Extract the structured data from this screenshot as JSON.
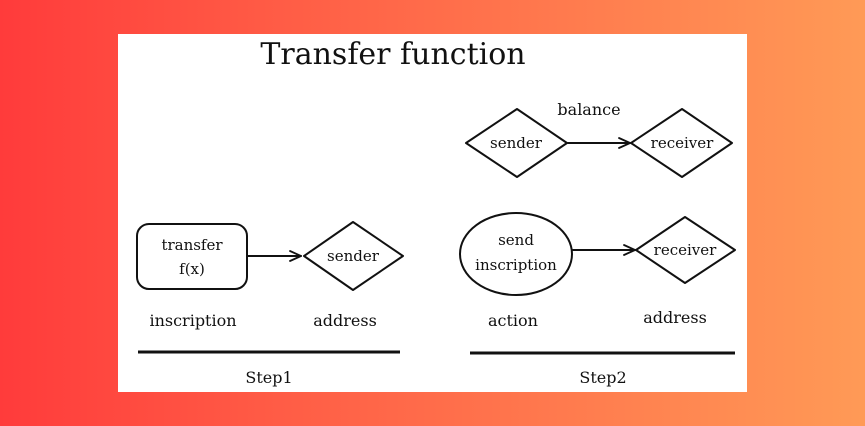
{
  "title": "Transfer function",
  "step1": {
    "box_label_line1": "transfer",
    "box_label_line2": "f(x)",
    "diamond_label": "sender",
    "caption_left": "inscription",
    "caption_right": "address",
    "step_label": "Step1"
  },
  "step2": {
    "edge_label": "balance",
    "top_sender": "sender",
    "top_receiver": "receiver",
    "oval_label_line1": "send",
    "oval_label_line2": "inscription",
    "bottom_receiver": "receiver",
    "caption_left": "action",
    "caption_right": "address",
    "step_label": "Step2"
  },
  "colors": {
    "background_left": "#ff3b3b",
    "background_right": "#ff9a56",
    "card": "#ffffff",
    "ink": "#111111"
  }
}
